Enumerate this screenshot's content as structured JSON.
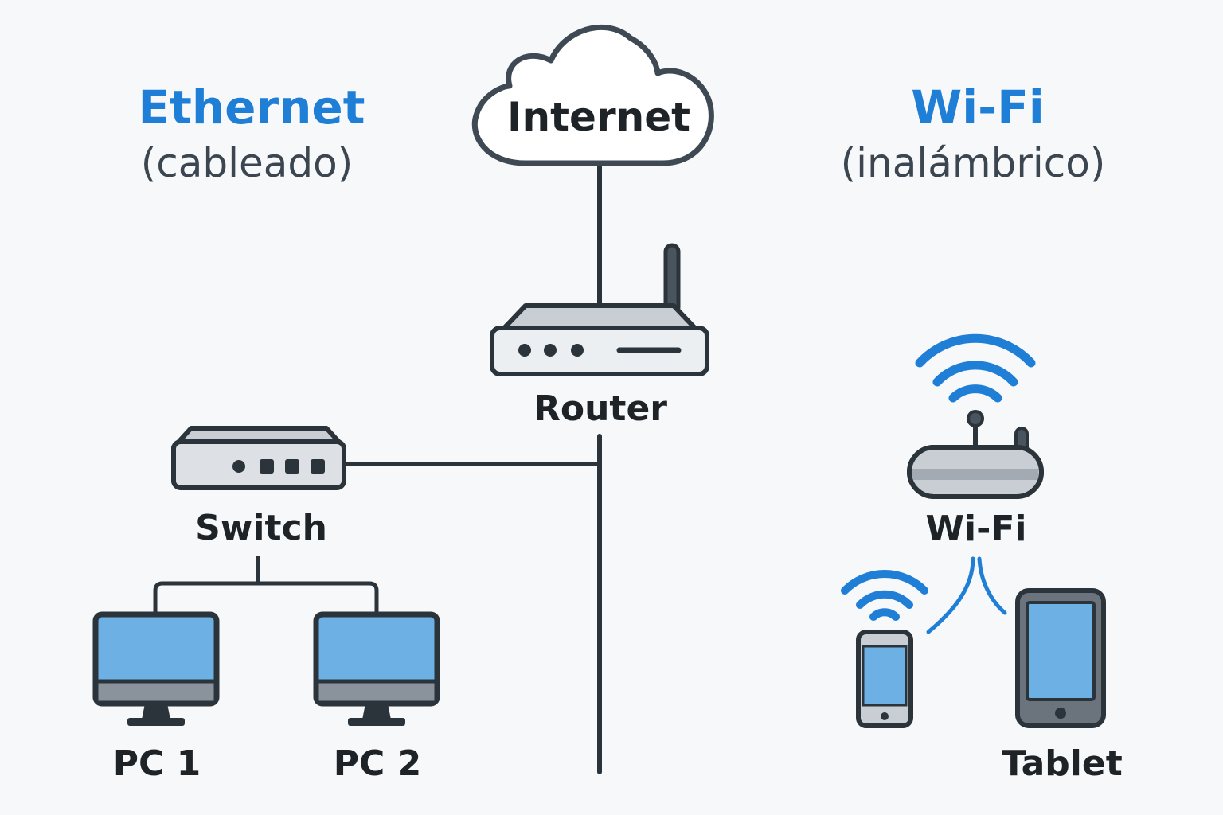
{
  "ethernet": {
    "title": "Ethernet",
    "subtitle": "(cableado)"
  },
  "wifi_section": {
    "title": "Wi-Fi",
    "subtitle": "(inalámbrico)"
  },
  "nodes": {
    "internet": "Internet",
    "router": "Router",
    "switch": "Switch",
    "pc1": "PC 1",
    "pc2": "PC 2",
    "wifi_ap": "Wi-Fi",
    "tablet": "Tablet"
  },
  "colors": {
    "accent_blue": "#1f7ed6",
    "outline": "#2b333b",
    "screen_blue": "#6cb0e4",
    "device_gray": "#c9ced4",
    "text_dark": "#1e2328",
    "subtitle_gray": "#3b4651"
  }
}
